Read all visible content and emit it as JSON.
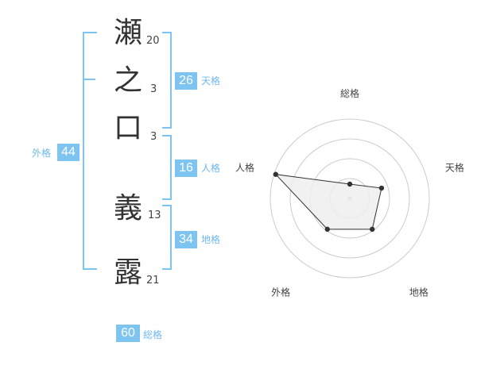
{
  "name": {
    "characters": [
      {
        "char": "瀬",
        "strokes": "20"
      },
      {
        "char": "之",
        "strokes": "3"
      },
      {
        "char": "口",
        "strokes": "3"
      },
      {
        "char": "義",
        "strokes": "13"
      },
      {
        "char": "露",
        "strokes": "21"
      }
    ]
  },
  "scores": {
    "tenkaku": {
      "value": "26",
      "label": "天格"
    },
    "jinkaku": {
      "value": "16",
      "label": "人格"
    },
    "chikaku": {
      "value": "34",
      "label": "地格"
    },
    "gaikaku": {
      "value": "44",
      "label": "外格"
    },
    "soukaku": {
      "value": "60",
      "label": "総格"
    }
  },
  "chart_data": {
    "type": "radar",
    "axes": [
      "総格",
      "天格",
      "地格",
      "外格",
      "人格"
    ],
    "values": [
      0.18,
      0.42,
      0.48,
      0.48,
      0.98
    ],
    "max": 1,
    "rings": 4,
    "colors": {
      "fill": "#eeeeee",
      "stroke": "#333333",
      "grid": "#cccccc",
      "center": "#bbbbbb"
    }
  }
}
